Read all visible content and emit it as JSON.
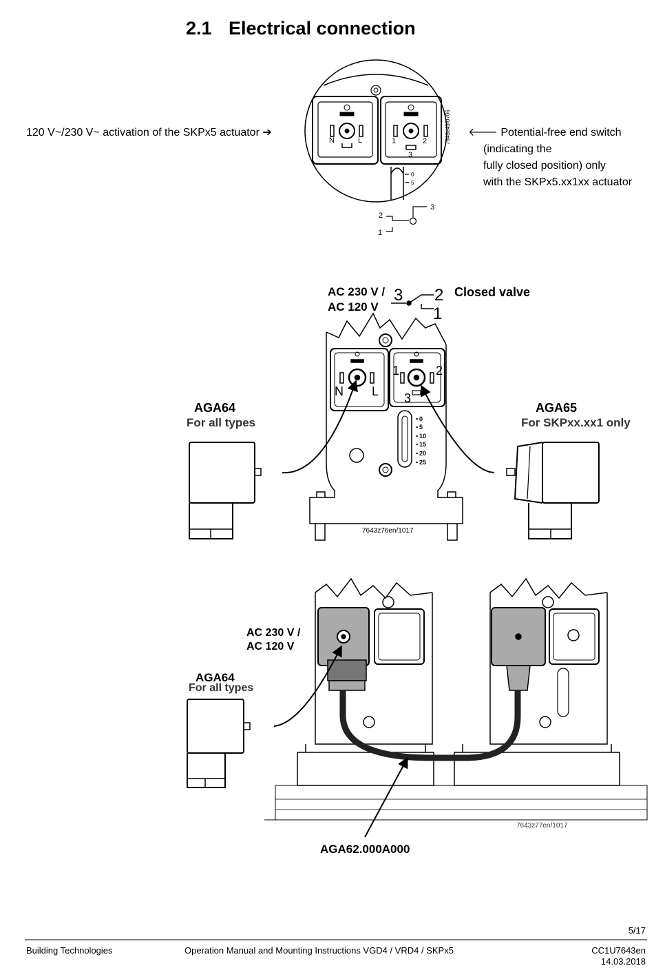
{
  "section": {
    "number": "2.1",
    "title": "Electrical connection"
  },
  "figure1": {
    "left_label": "120 V~/230 V~ activation of the SKPx5 actuator ➔",
    "right_label_lines": [
      "🡐 Potential-free end switch",
      "(indicating the",
      "fully closed position) only",
      "with the SKPx5.xx1xx actuator"
    ],
    "image_id": "7643z43/0706",
    "left_socket": {
      "n": "N",
      "l": "L"
    },
    "right_socket": {
      "p1": "1",
      "p2": "2",
      "p3": "3"
    },
    "scale": [
      "0",
      "5"
    ],
    "switch": {
      "t1": "1",
      "t2": "2",
      "t3": "3"
    }
  },
  "figure2": {
    "supply_lines": [
      "AC 230 V /",
      "AC 120 V"
    ],
    "switch": {
      "t3": "3",
      "t2": "2",
      "t1": "1"
    },
    "closed_valve": "Closed valve",
    "left_conn": {
      "name": "AGA64",
      "desc": "For all types"
    },
    "right_conn": {
      "name": "AGA65",
      "desc": "For SKPxx.xx1 only"
    },
    "left_socket": {
      "n": "N",
      "l": "L"
    },
    "right_socket": {
      "p1": "1",
      "p2": "2",
      "p3": "3"
    },
    "scale": [
      "0",
      "5",
      "10",
      "15",
      "20",
      "25"
    ],
    "image_id": "7643z76en/1017"
  },
  "figure3": {
    "supply_lines": [
      "AC 230 V /",
      "AC 120 V"
    ],
    "left_conn": {
      "name": "AGA64",
      "desc": "For all types"
    },
    "cable": "AGA62.000A000",
    "image_id": "7643z77en/1017"
  },
  "footer": {
    "page": "5/17",
    "company": "Building Technologies",
    "doc_title": "Operation Manual and Mounting Instructions VGD4 / VRD4 / SKPx5",
    "doc_code": "CC1U7643en",
    "date": "14.03.2018"
  }
}
